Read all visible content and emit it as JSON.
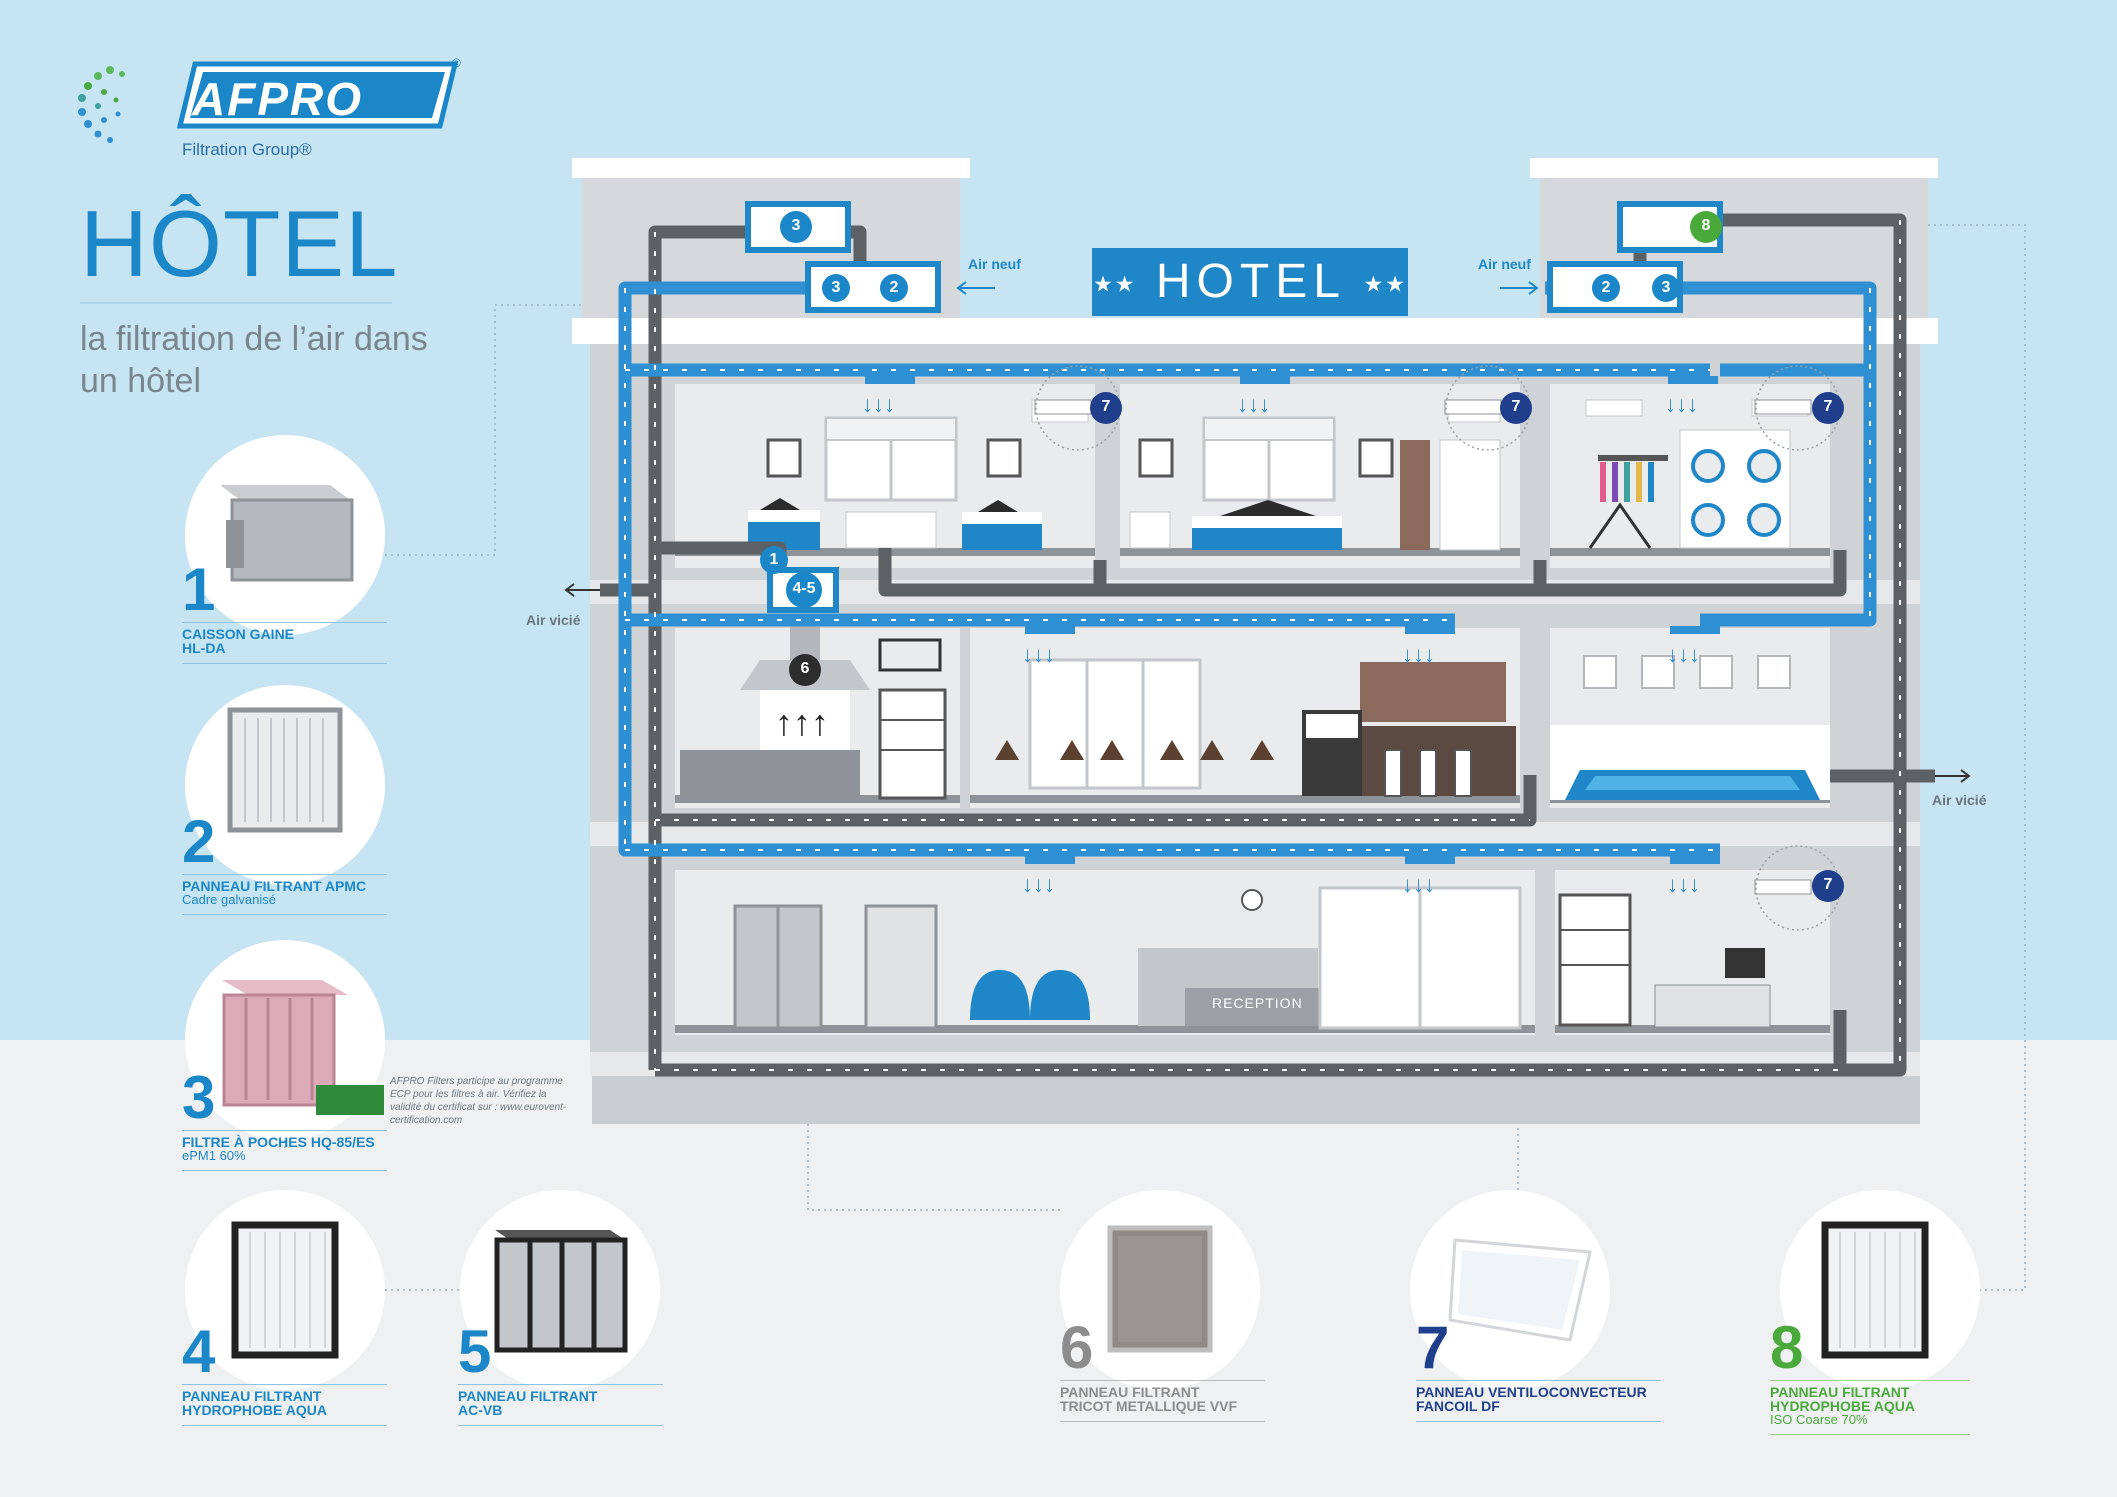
{
  "logo": {
    "brand": "AFPRO",
    "registered": "®",
    "subtitle": "Filtration Group®"
  },
  "page": {
    "title": "HÔTEL",
    "subtitle": "la filtration de l’air dans un hôtel"
  },
  "hotel_sign": {
    "stars_left": "★★",
    "label": "HOTEL",
    "stars_right": "★★"
  },
  "labels": {
    "air_neuf_left": "Air neuf",
    "air_neuf_right": "Air neuf",
    "air_vicie_left": "Air vicié",
    "air_vicie_right": "Air vicié",
    "reception": "RECEPTION"
  },
  "certification": "AFPRO Filters participe au programme ECP pour les filtres à air. Vérifiez la validité du certificat sur : www.eurovent-certification.com",
  "badges": [
    {
      "label": "3",
      "color": "#1b87c9"
    },
    {
      "label": "3",
      "color": "#1b87c9"
    },
    {
      "label": "2",
      "color": "#1b87c9"
    },
    {
      "label": "8",
      "color": "#4aa93b"
    },
    {
      "label": "2",
      "color": "#1b87c9"
    },
    {
      "label": "3",
      "color": "#1b87c9"
    },
    {
      "label": "1",
      "color": "#1b87c9"
    },
    {
      "label": "4-5",
      "color": "#1b87c9"
    },
    {
      "label": "6",
      "color": "#2d2d2d"
    },
    {
      "label": "7",
      "color": "#1f3f8c"
    },
    {
      "label": "7",
      "color": "#1f3f8c"
    },
    {
      "label": "7",
      "color": "#1f3f8c"
    },
    {
      "label": "7",
      "color": "#1f3f8c"
    }
  ],
  "products": [
    {
      "number": "1",
      "name_lines": [
        "CAISSON GAINE",
        "HL-DA"
      ],
      "sub": ""
    },
    {
      "number": "2",
      "name_lines": [
        "PANNEAU FILTRANT APMC"
      ],
      "sub": "Cadre galvanisé"
    },
    {
      "number": "3",
      "name_lines": [
        "FILTRE À POCHES HQ-85/ES"
      ],
      "sub": "ePM1 60%"
    },
    {
      "number": "4",
      "name_lines": [
        "PANNEAU FILTRANT",
        "HYDROPHOBE AQUA"
      ],
      "sub": ""
    },
    {
      "number": "5",
      "name_lines": [
        "PANNEAU FILTRANT",
        "AC-VB"
      ],
      "sub": ""
    },
    {
      "number": "6",
      "name_lines": [
        "PANNEAU FILTRANT",
        "TRICOT METALLIQUE VVF"
      ],
      "sub": ""
    },
    {
      "number": "7",
      "name_lines": [
        "PANNEAU VENTILOCONVECTEUR",
        "FANCOIL DF"
      ],
      "sub": ""
    },
    {
      "number": "8",
      "name_lines": [
        "PANNEAU FILTRANT",
        "HYDROPHOBE AQUA"
      ],
      "sub": "ISO Coarse 70%"
    }
  ],
  "colors": {
    "accent": "#1b87c9",
    "duct_supply": "#2e8fd2",
    "duct_exhaust": "#5c6166",
    "green": "#4aa93b",
    "navy": "#1f3f8c"
  }
}
